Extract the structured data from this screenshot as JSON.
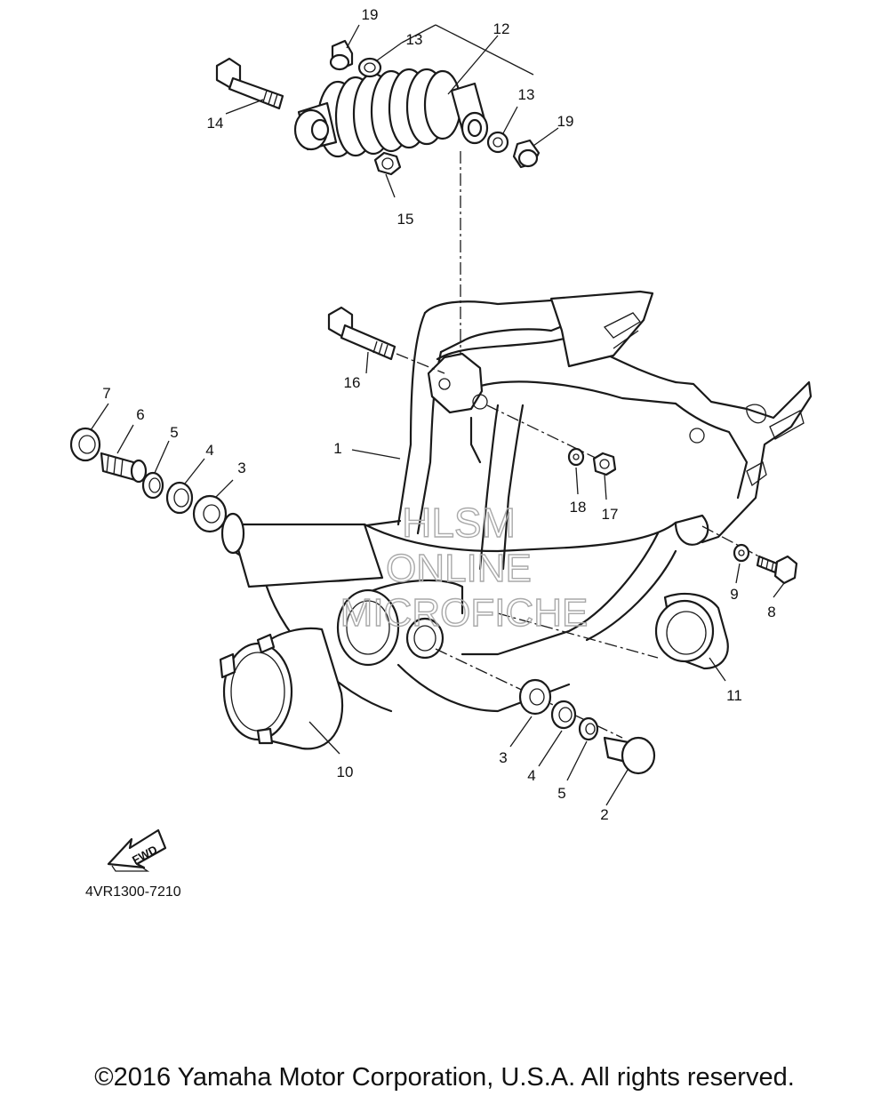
{
  "callouts": {
    "c1": "1",
    "c2": "2",
    "c3a": "3",
    "c3b": "3",
    "c4a": "4",
    "c4b": "4",
    "c5a": "5",
    "c5b": "5",
    "c6": "6",
    "c7": "7",
    "c8": "8",
    "c9": "9",
    "c10": "10",
    "c11": "11",
    "c12": "12",
    "c13a": "13",
    "c13b": "13",
    "c14": "14",
    "c15": "15",
    "c16": "16",
    "c17": "17",
    "c18": "18",
    "c19a": "19",
    "c19b": "19"
  },
  "fwd_arrow": "FWD",
  "diagram_code": "4VR1300-7210",
  "watermark": {
    "line1": "HLSM",
    "line2": "ONLINE",
    "line3": "MICROFICHE"
  },
  "copyright": "©2016 Yamaha Motor Corporation, U.S.A. All rights reserved."
}
